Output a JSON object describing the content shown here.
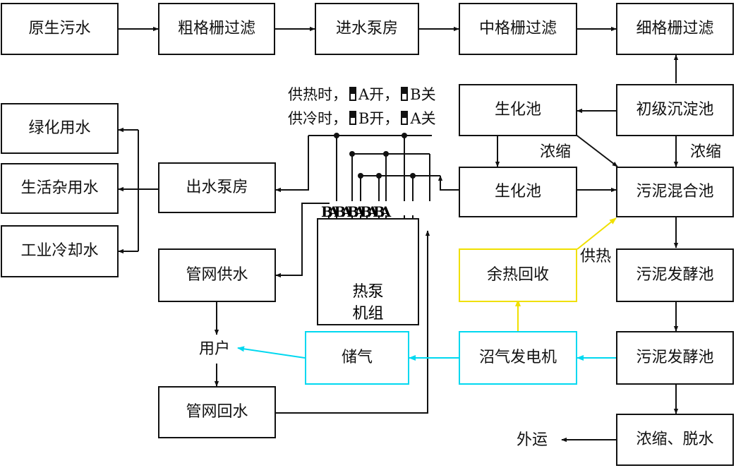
{
  "boxes": {
    "raw_sewage": "原生污水",
    "coarse_screen": "粗格栅过滤",
    "inlet_pump": "进水泵房",
    "medium_screen": "中格栅过滤",
    "fine_screen": "细格栅过滤",
    "primary_clarifier": "初级沉淀池",
    "bio_tank_1": "生化池",
    "bio_tank_2": "生化池",
    "sludge_mix": "污泥混合池",
    "sludge_ferment_1": "污泥发酵池",
    "sludge_ferment_2": "污泥发酵池",
    "thicken_dewater": "浓缩、脱水",
    "biogas_generator": "沼气发电机",
    "gas_storage": "储气",
    "heat_recovery": "余热回收",
    "outlet_pump": "出水泵房",
    "pipe_supply": "管网供水",
    "pipe_return": "管网回水",
    "green_water": "绿化用水",
    "domestic_water": "生活杂用水",
    "cooling_water": "工业冷却水",
    "heat_pump_line1": "热泵",
    "heat_pump_line2": "机组"
  },
  "labels": {
    "thicken_1": "浓缩",
    "thicken_2": "浓缩",
    "heat_supply": "供热",
    "user": "用户",
    "export": "外运",
    "valve_strip": "BABABABABA"
  },
  "legend": {
    "heating_prefix": "供热时，",
    "heating_open": "A开，",
    "heating_close": "B关",
    "cooling_prefix": "供冷时，",
    "cooling_open": "B开，",
    "cooling_close": "A关"
  },
  "colors": {
    "line": "#111111",
    "heat_flow": "#f0e000",
    "gas_flow": "#00d8f0"
  }
}
